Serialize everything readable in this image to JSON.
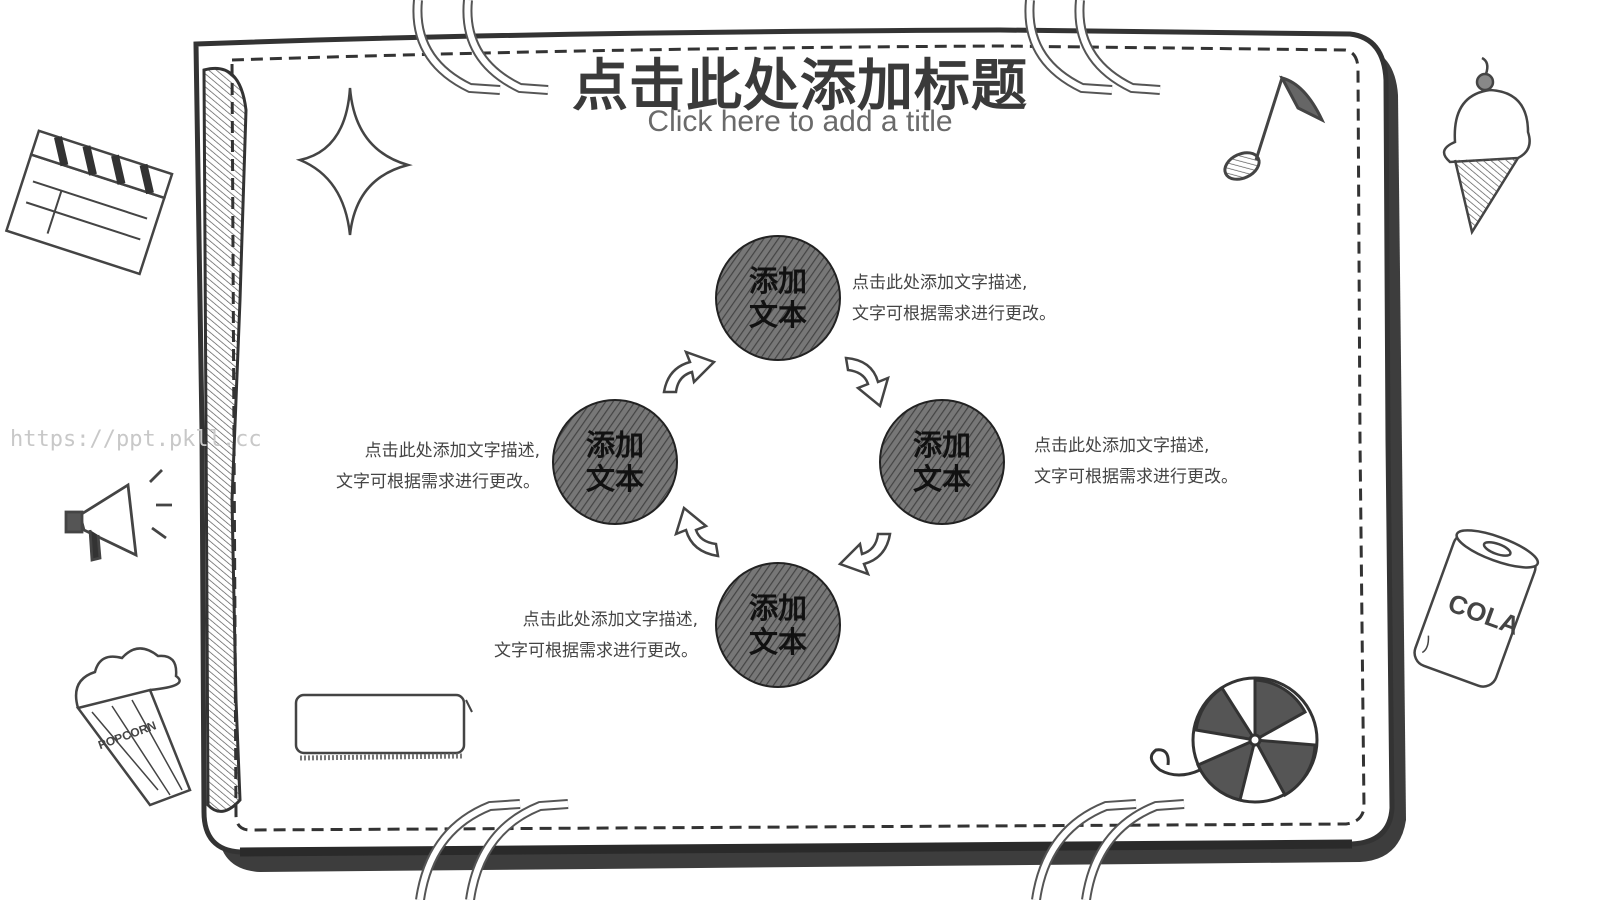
{
  "slide": {
    "title": "点击此处添加标题",
    "subtitle": "Click here to add a title",
    "watermark": "https://ppt.pkll.cc"
  },
  "cycle": {
    "nodes": [
      {
        "label": "添加文本",
        "desc_line1": "点击此处添加文字描述,",
        "desc_line2": "文字可根据需求进行更改。"
      },
      {
        "label": "添加文本",
        "desc_line1": "点击此处添加文字描述,",
        "desc_line2": "文字可根据需求进行更改。"
      },
      {
        "label": "添加文本",
        "desc_line1": "点击此处添加文字描述,",
        "desc_line2": "文字可根据需求进行更改。"
      },
      {
        "label": "添加文本",
        "desc_line1": "点击此处添加文字描述,",
        "desc_line2": "文字可根据需求进行更改。"
      }
    ]
  },
  "doodles": {
    "popcorn_text": "POPCORN",
    "cola_text": "COLA"
  },
  "colors": {
    "ink": "#3a3a3a",
    "node_fill": "#6b6b6b",
    "text": "#444444"
  }
}
